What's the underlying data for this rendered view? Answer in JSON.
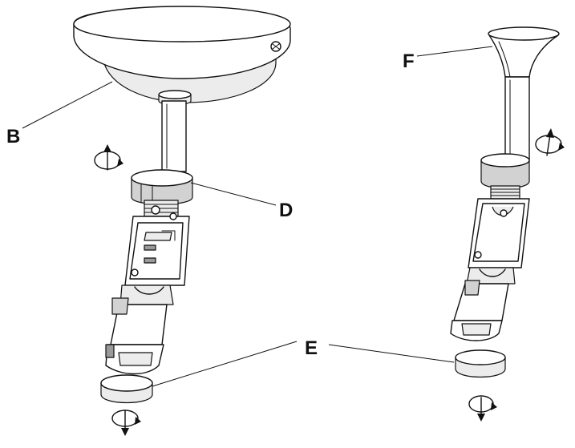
{
  "labels": {
    "B": "B",
    "D": "D",
    "E": "E",
    "F": "F"
  },
  "icons": {
    "rotate_left_top": "rotate-loosen-icon",
    "rotate_left_bottom": "rotate-loosen-icon",
    "rotate_right_top": "rotate-loosen-icon",
    "rotate_right_bottom": "rotate-loosen-icon"
  },
  "colors": {
    "line": "#111111",
    "fill_light": "#ececec",
    "fill_mid": "#d2d2d2",
    "fill_dark": "#9a9a9a"
  }
}
